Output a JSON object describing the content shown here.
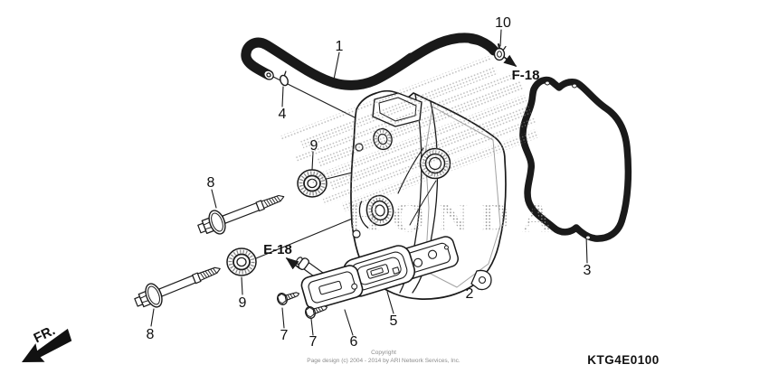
{
  "diagram": {
    "watermark": "HONDA",
    "part_code": "KTG4E0100",
    "direction_label": "FR.",
    "references": {
      "e18": "E-18",
      "f18": "F-18"
    },
    "callouts": {
      "c1": "1",
      "c2": "2",
      "c3": "3",
      "c4": "4",
      "c5": "5",
      "c6": "6",
      "c7a": "7",
      "c7b": "7",
      "c8a": "8",
      "c8b": "8",
      "c9a": "9",
      "c9b": "9",
      "c10": "10"
    },
    "copyright": {
      "line1": "Copyright",
      "line2": "Page design (c) 2004 - 2014 by ARI Network Services, Inc."
    },
    "colors": {
      "line": "#1a1a1a",
      "halftone": "#8a8a8a",
      "muted_text": "#8c8c8c"
    }
  }
}
